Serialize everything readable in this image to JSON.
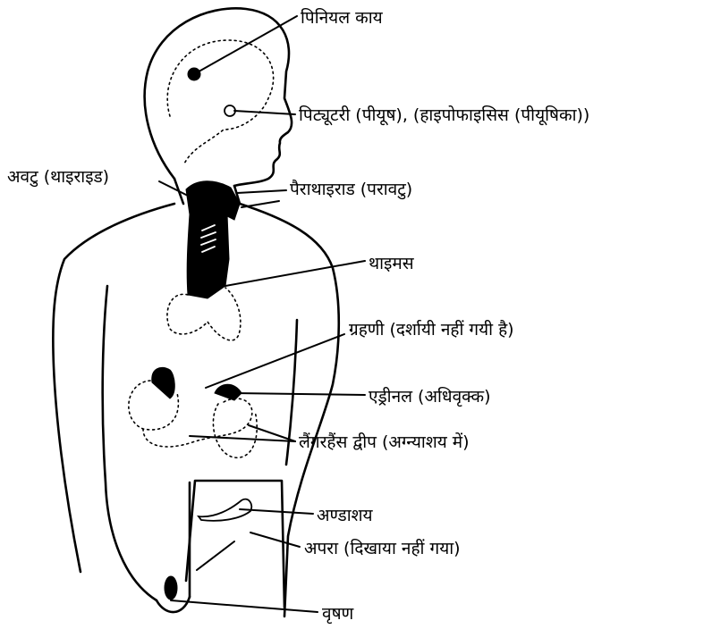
{
  "labels": {
    "pineal": "पिनियल काय",
    "pituitary": "पिट्यूटरी (पीयूष), (हाइपोफाइसिस (पीयूषिका))",
    "thyroid": "अवटु (थाइराइड)",
    "parathyroid": "पैराथाइराड (परावटु)",
    "thymus": "थाइमस",
    "duodenum": "ग्रहणी (दर्शायी नहीं गयी है)",
    "adrenal": "एड्रीनल (अधिवृक्क)",
    "langerhans": "लैंगरहैंस द्वीप (अग्न्याशय में)",
    "ovary": "अण्डाशय",
    "placenta": "अपरा (दिखाया नहीं गया)",
    "testis": "वृषण"
  }
}
